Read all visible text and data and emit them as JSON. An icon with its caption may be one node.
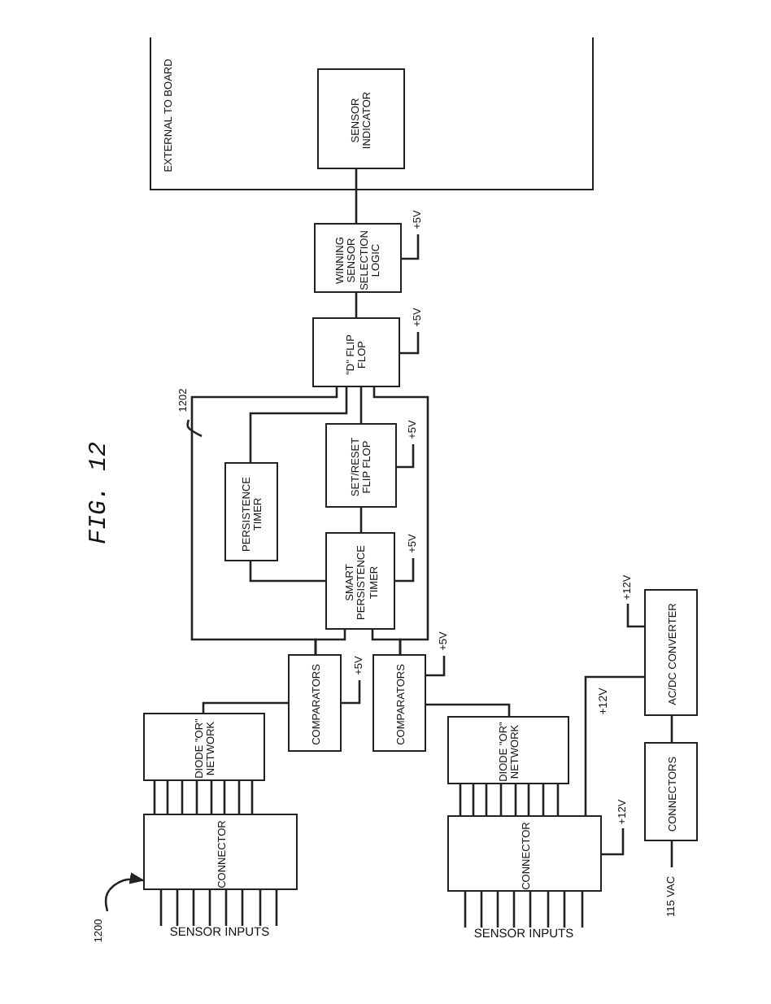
{
  "diagram": {
    "title": "FIG. 12",
    "nodes": [
      {
        "text": [
          "EXTERNAL TO BOARD"
        ]
      },
      {
        "text": [
          "SENSOR INDICATOR"
        ],
        "in": 0
      },
      {
        "text": [
          "WINNING SENSOR SELECTION LOGIC"
        ]
      },
      {
        "text": [
          "\"D\" FLIP FLOP"
        ]
      },
      {
        "text": [
          "PERSISTENCE TIMER"
        ]
      },
      {
        "text": [
          "SET/RESET FLIP FLOP"
        ]
      },
      {
        "text": [
          "SMART PERSISTENCE TIMER"
        ]
      },
      {
        "text": [
          "COMPARATORS"
        ]
      },
      {
        "text": [
          "COMPARATORS"
        ]
      },
      {
        "text": [
          "DIODE \"OR\" NETWORK"
        ]
      },
      {
        "text": [
          "DIODE \"OR\" NETWORK"
        ]
      },
      {
        "text": [
          "CONNECTOR"
        ]
      },
      {
        "text": [
          "CONNECTOR"
        ]
      },
      {
        "text": [
          "AC/DC CONVERTER"
        ]
      },
      {
        "text": [
          "CONNECTORS"
        ]
      },
      {
        "text": [
          "1202"
        ]
      },
      {
        "text": [
          "1200"
        ]
      },
      {
        "text": [
          "115 VAC"
        ]
      },
      {
        "text": [
          "SENSOR INPUTS"
        ]
      },
      {
        "text": [
          "SENSOR INPUTS"
        ]
      },
      {
        "text": [
          "+5V"
        ]
      },
      {
        "text": [
          "+5V"
        ]
      },
      {
        "text": [
          "+5V"
        ]
      },
      {
        "text": [
          "+5V"
        ]
      },
      {
        "text": [
          "+5V"
        ]
      },
      {
        "text": [
          "+5V"
        ]
      },
      {
        "text": [
          "+12V"
        ]
      },
      {
        "text": [
          "+12V"
        ]
      }
    ],
    "edges": [
      {
        "from": 1,
        "to": 2,
        "arrow": "none"
      },
      {
        "from": 2,
        "to": 3,
        "arrow": "none"
      },
      {
        "from": 3,
        "to": 4,
        "arrow": "none"
      },
      {
        "from": 3,
        "to": 5,
        "arrow": "none"
      },
      {
        "from": 4,
        "to": 6,
        "arrow": "none"
      },
      {
        "from": 5,
        "to": 6,
        "arrow": "none"
      },
      {
        "from": 3,
        "to": 7,
        "arrow": "none"
      },
      {
        "from": 3,
        "to": 8,
        "arrow": "none"
      },
      {
        "from": 6,
        "to": 7,
        "arrow": "none"
      },
      {
        "from": 6,
        "to": 8,
        "arrow": "none"
      },
      {
        "from": 9,
        "to": 7,
        "arrow": "none"
      },
      {
        "from": 10,
        "to": 8,
        "arrow": "none"
      },
      {
        "from": 9,
        "to": 11,
        "arrow": "none"
      },
      {
        "from": 9,
        "to": 11,
        "arrow": "none"
      },
      {
        "from": 9,
        "to": 11,
        "arrow": "none"
      },
      {
        "from": 9,
        "to": 11,
        "arrow": "none"
      },
      {
        "from": 9,
        "to": 11,
        "arrow": "none"
      },
      {
        "from": 9,
        "to": 11,
        "arrow": "none"
      },
      {
        "from": 9,
        "to": 11,
        "arrow": "none"
      },
      {
        "from": 9,
        "to": 11,
        "arrow": "none"
      },
      {
        "from": 10,
        "to": 12,
        "arrow": "none"
      },
      {
        "from": 10,
        "to": 12,
        "arrow": "none"
      },
      {
        "from": 10,
        "to": 12,
        "arrow": "none"
      },
      {
        "from": 10,
        "to": 12,
        "arrow": "none"
      },
      {
        "from": 10,
        "to": 12,
        "arrow": "none"
      },
      {
        "from": 10,
        "to": 12,
        "arrow": "none"
      },
      {
        "from": 10,
        "to": 12,
        "arrow": "none"
      },
      {
        "from": 10,
        "to": 12,
        "arrow": "none"
      },
      {
        "from": 18,
        "to": 11,
        "arrow": "none"
      },
      {
        "from": 18,
        "to": 11,
        "arrow": "none"
      },
      {
        "from": 18,
        "to": 11,
        "arrow": "none"
      },
      {
        "from": 18,
        "to": 11,
        "arrow": "none"
      },
      {
        "from": 18,
        "to": 11,
        "arrow": "none"
      },
      {
        "from": 18,
        "to": 11,
        "arrow": "none"
      },
      {
        "from": 18,
        "to": 11,
        "arrow": "none"
      },
      {
        "from": 18,
        "to": 11,
        "arrow": "none"
      },
      {
        "from": 19,
        "to": 12,
        "arrow": "none"
      },
      {
        "from": 19,
        "to": 12,
        "arrow": "none"
      },
      {
        "from": 19,
        "to": 12,
        "arrow": "none"
      },
      {
        "from": 19,
        "to": 12,
        "arrow": "none"
      },
      {
        "from": 19,
        "to": 12,
        "arrow": "none"
      },
      {
        "from": 19,
        "to": 12,
        "arrow": "none"
      },
      {
        "from": 19,
        "to": 12,
        "arrow": "none"
      },
      {
        "from": 19,
        "to": 12,
        "arrow": "none"
      },
      {
        "from": 12,
        "to": 13,
        "arrow": "none",
        "label": "+12V"
      },
      {
        "from": 13,
        "to": 14,
        "arrow": "none"
      },
      {
        "from": 14,
        "to": 17,
        "arrow": "none"
      },
      {
        "from": 2,
        "to": 20,
        "arrow": "none"
      },
      {
        "from": 3,
        "to": 21,
        "arrow": "none"
      },
      {
        "from": 5,
        "to": 22,
        "arrow": "none"
      },
      {
        "from": 6,
        "to": 23,
        "arrow": "none"
      },
      {
        "from": 7,
        "to": 24,
        "arrow": "none"
      },
      {
        "from": 8,
        "to": 25,
        "arrow": "none"
      },
      {
        "from": 12,
        "to": 26,
        "arrow": "none"
      },
      {
        "from": 13,
        "to": 27,
        "arrow": "none"
      },
      {
        "from": 15,
        "to": null,
        "arrow": "none"
      },
      {
        "from": 16,
        "to": 11,
        "arrow": "to"
      }
    ]
  }
}
